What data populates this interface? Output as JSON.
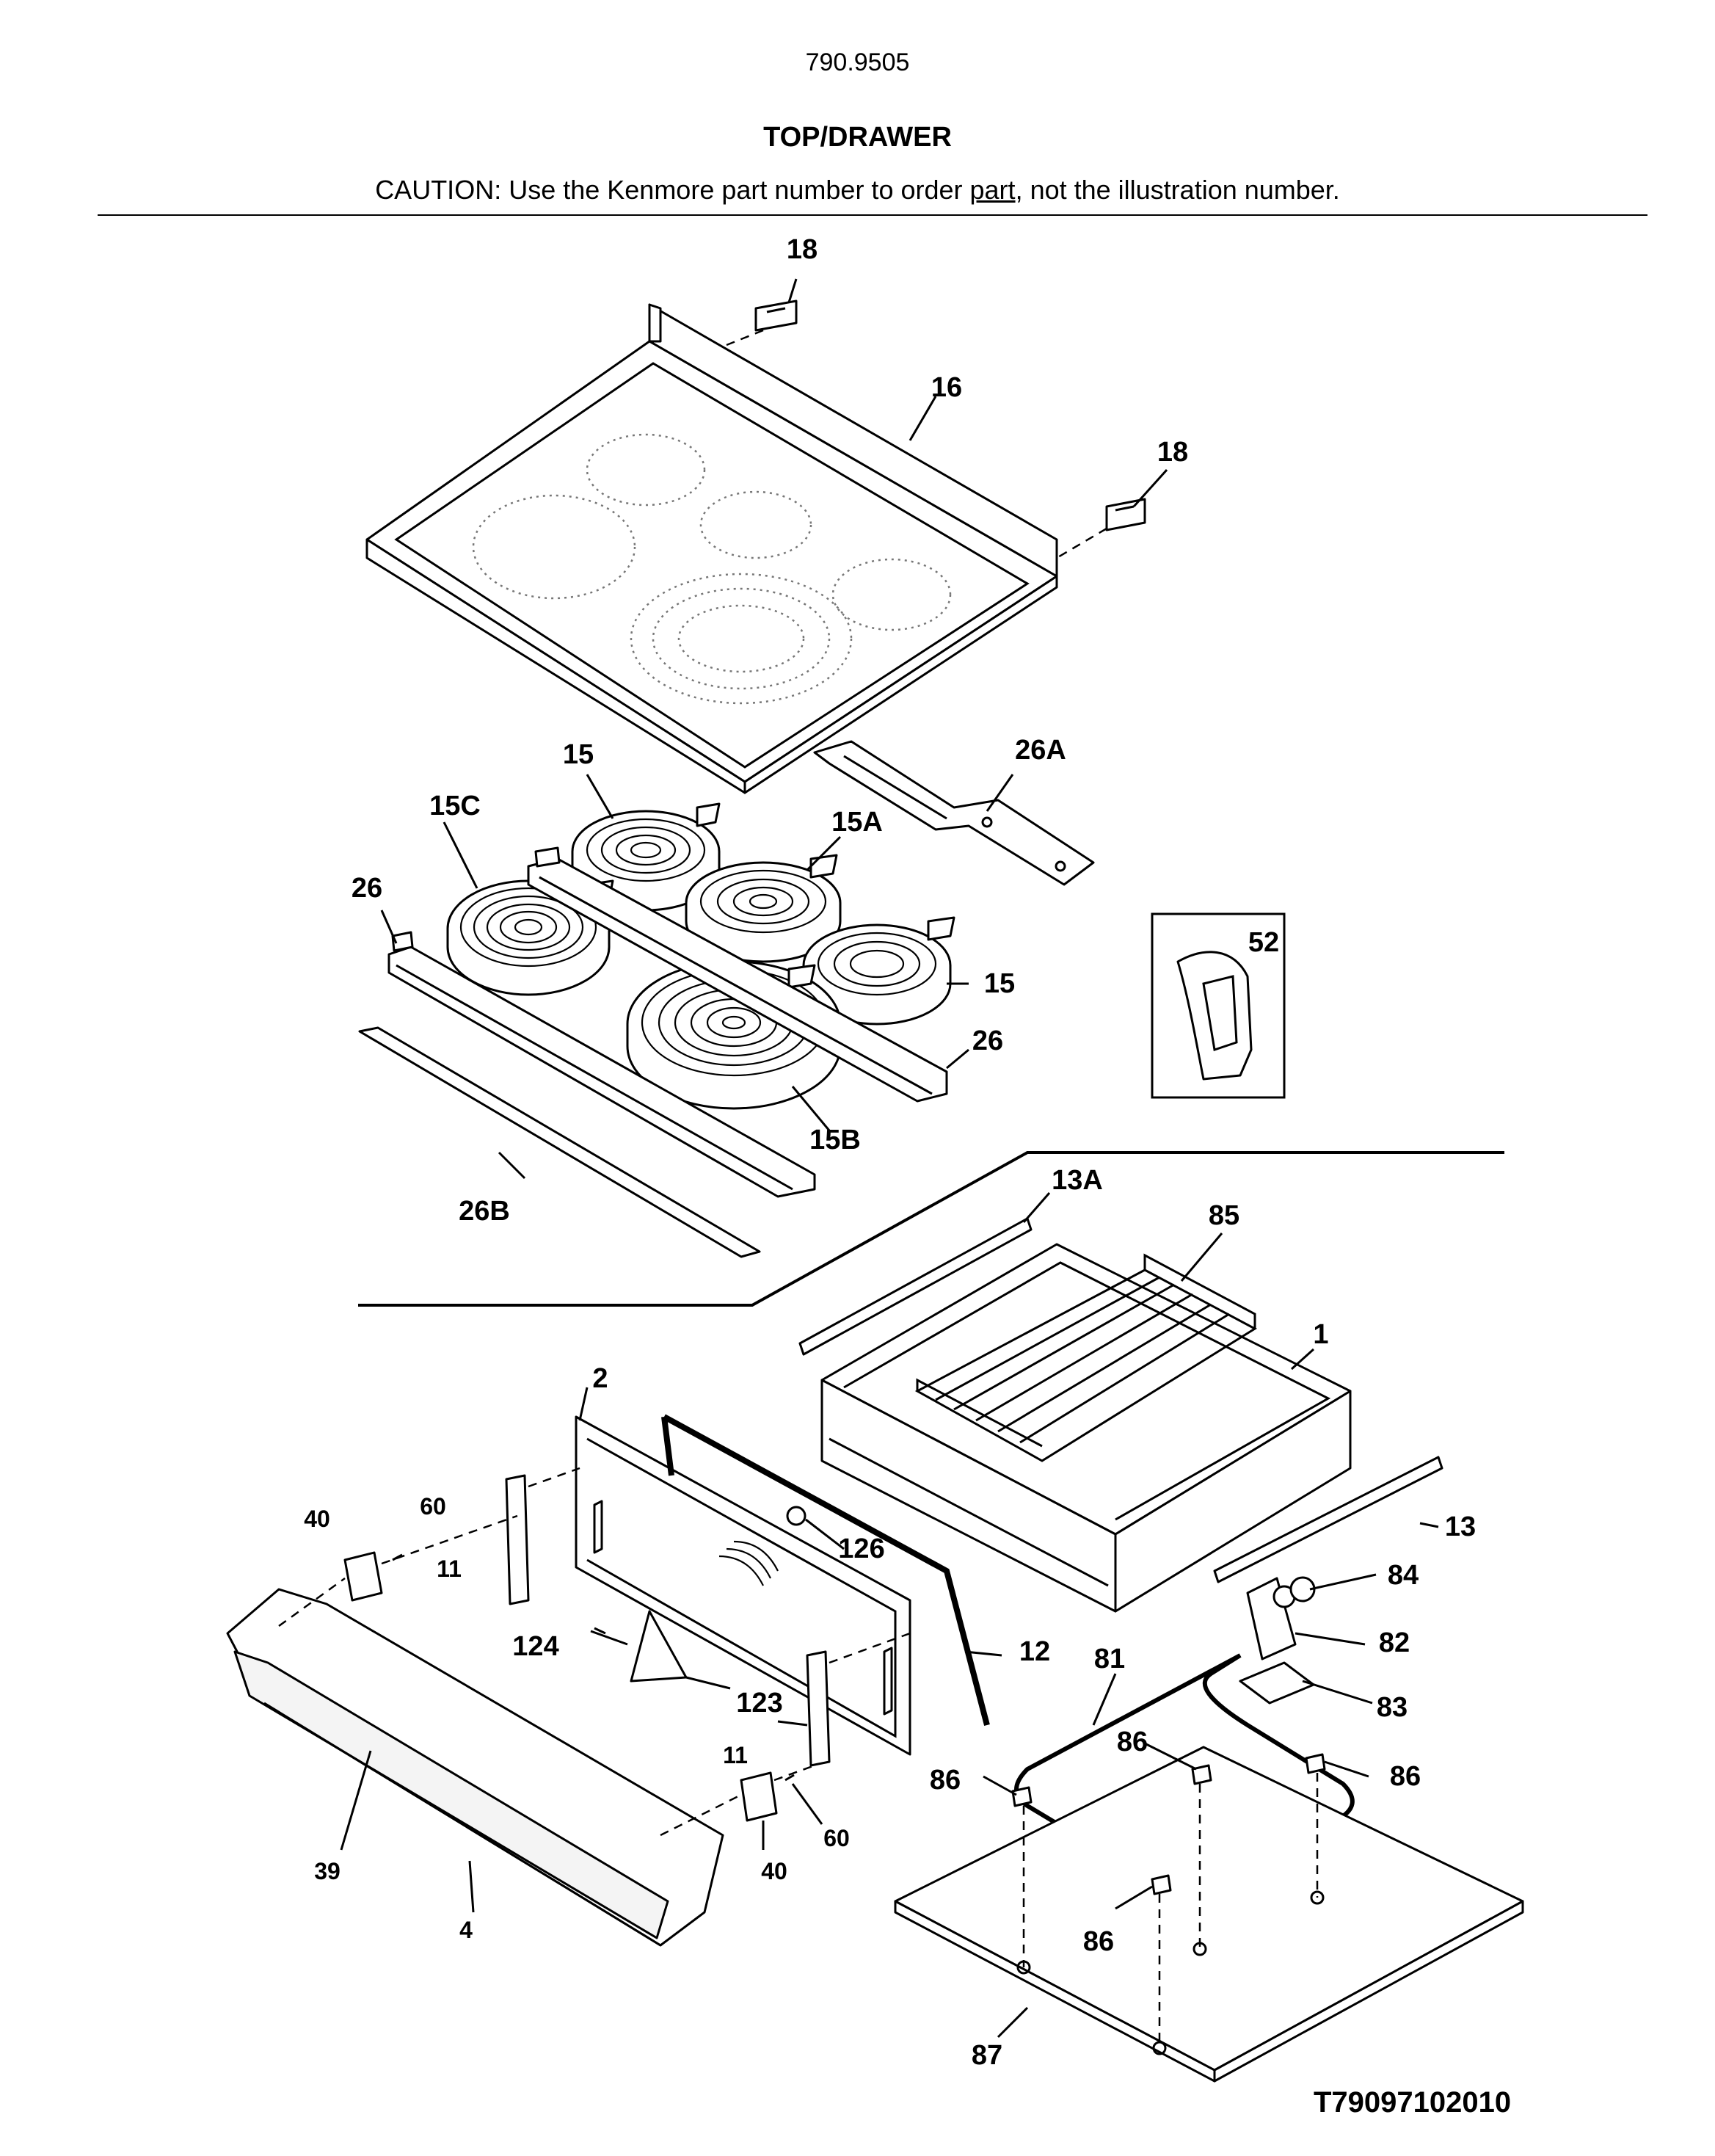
{
  "header": {
    "model_number": "790.9505",
    "section_title": "TOP/DRAWER",
    "caution_prefix": "CAUTION: Use the Kenmore part number to order ",
    "caution_link": "part",
    "caution_suffix": ", not the illustration number."
  },
  "callouts": {
    "c18a": "18",
    "c16": "16",
    "c18b": "18",
    "c26A": "26A",
    "c15a": "15",
    "c15C": "15C",
    "c15A": "15A",
    "c26a": "26",
    "c52": "52",
    "c15b": "15",
    "c26b": "26",
    "c15B": "15B",
    "c26B": "26B",
    "c13A": "13A",
    "c85": "85",
    "c1": "1",
    "c2": "2",
    "c40a": "40",
    "c60a": "60",
    "c11a": "11",
    "c126": "126",
    "c13": "13",
    "c84": "84",
    "c124": "124",
    "c12": "12",
    "c82": "82",
    "c81": "81",
    "c123": "123",
    "c83": "83",
    "c86a": "86",
    "c86b": "86",
    "c86c": "86",
    "c11b": "11",
    "c60b": "60",
    "c39": "39",
    "c40b": "40",
    "c4": "4",
    "c86d": "86",
    "c87": "87"
  },
  "footer": {
    "illustration_id": "T79097102010"
  }
}
